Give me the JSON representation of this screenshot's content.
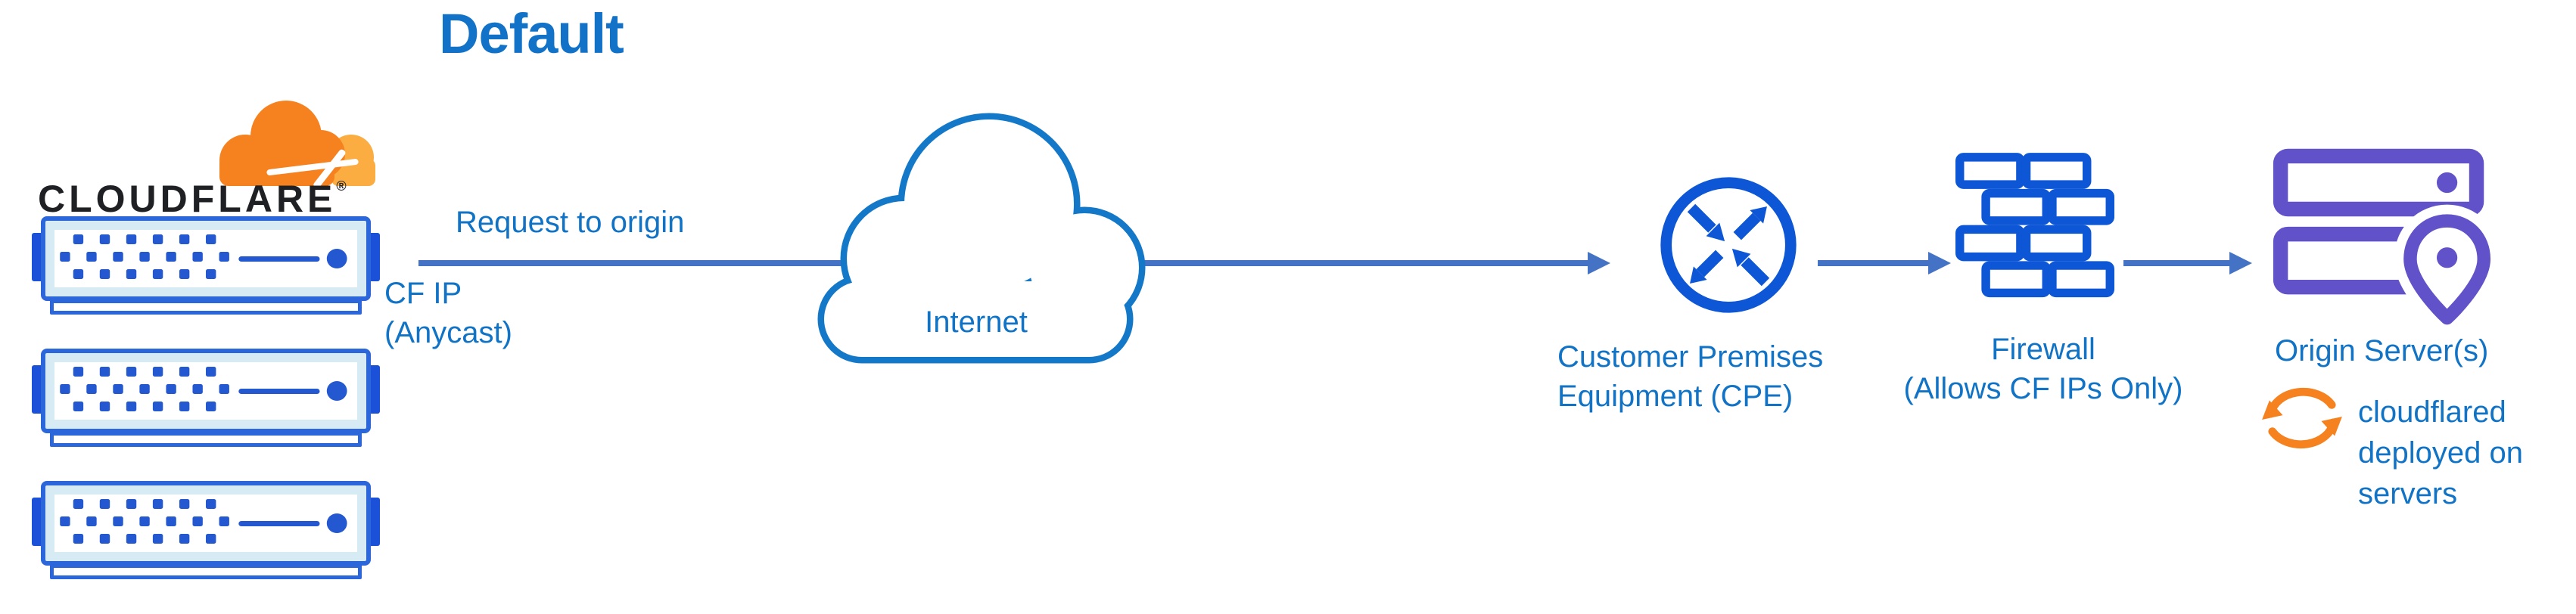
{
  "diagram": {
    "title": "Default",
    "cloudflare": {
      "wordmark": "CLOUDFLARE",
      "registered_mark": "®"
    },
    "request_arrow": {
      "label": "Request to origin",
      "sublabel_line1": "CF IP",
      "sublabel_line2": "(Anycast)"
    },
    "internet": {
      "label": "Internet"
    },
    "cpe": {
      "label_line1": "Customer Premises",
      "label_line2": "Equipment (CPE)"
    },
    "firewall": {
      "label_line1": "Firewall",
      "label_line2": "(Allows CF IPs Only)"
    },
    "origin": {
      "label": "Origin Server(s)",
      "note_line1": "cloudflared",
      "note_line2": "deployed on",
      "note_line3": "servers"
    },
    "icons": {
      "cloudflare_logo": "cloudflare-logo-icon",
      "edge_servers": "edge-server-icon",
      "internet": "cloud-icon",
      "cpe": "router-arrows-icon",
      "firewall": "brick-wall-icon",
      "origin_servers": "server-location-pin-icon",
      "cloudflared": "sync-arrows-icon"
    },
    "colors": {
      "title_blue": "#1272c8",
      "label_blue": "#1173c5",
      "connector_blue": "#4472c4",
      "icon_blue": "#0d56d6",
      "server_blue": "#2458d0",
      "server_frame_teal": "#d6ebf3",
      "cloud_stroke_blue": "#1478c8",
      "origin_purple": "#6152c9",
      "brand_orange": "#f6821f",
      "brand_orange_light": "#fbad41",
      "wordmark_charcoal": "#1f2023"
    }
  }
}
